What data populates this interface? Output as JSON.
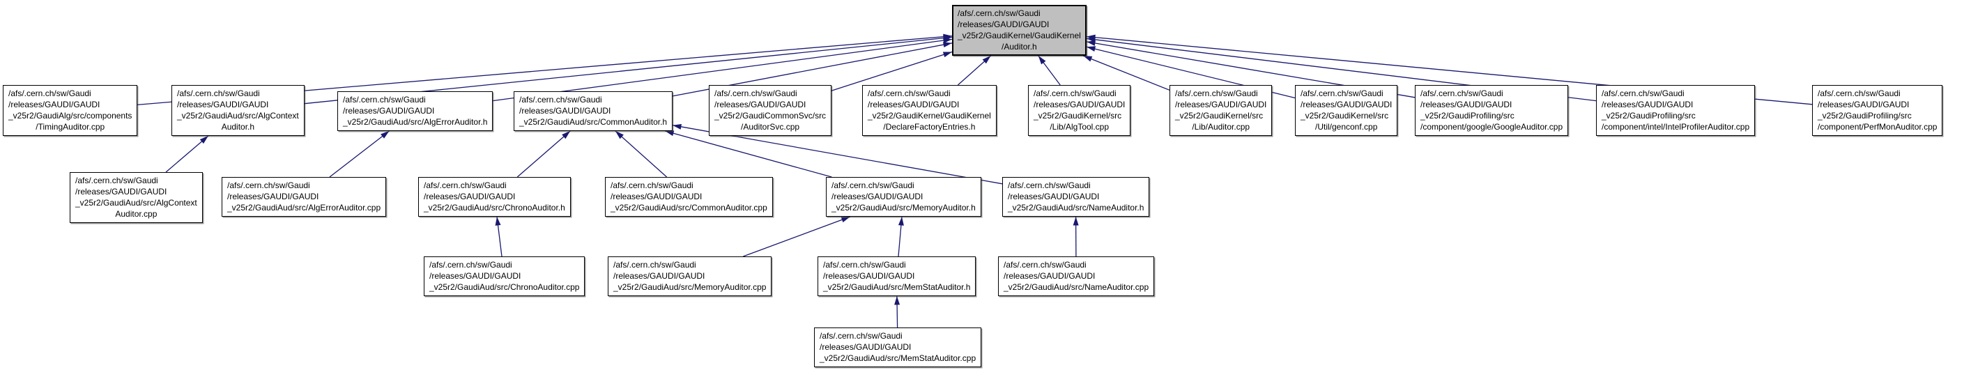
{
  "graph": {
    "type": "include-dependency-graph",
    "colors": {
      "edge": "#191970",
      "root_fill": "#bfbfbf",
      "node_fill": "#ffffff",
      "node_border": "#000000",
      "background": "#ffffff"
    },
    "nodes": [
      {
        "id": "n0",
        "lines": [
          "/afs/.cern.ch/sw/Gaudi",
          "/releases/GAUDI/GAUDI",
          "_v25r2/GaudiKernel/GaudiKernel",
          "/Auditor.h"
        ]
      },
      {
        "id": "n1",
        "lines": [
          "/afs/.cern.ch/sw/Gaudi",
          "/releases/GAUDI/GAUDI",
          "_v25r2/GaudiAlg/src/components",
          "/TimingAuditor.cpp"
        ]
      },
      {
        "id": "n2",
        "lines": [
          "/afs/.cern.ch/sw/Gaudi",
          "/releases/GAUDI/GAUDI",
          "_v25r2/GaudiAud/src/AlgContext",
          "Auditor.h"
        ]
      },
      {
        "id": "n3",
        "lines": [
          "/afs/.cern.ch/sw/Gaudi",
          "/releases/GAUDI/GAUDI",
          "_v25r2/GaudiAud/src/AlgErrorAuditor.h"
        ]
      },
      {
        "id": "n4",
        "lines": [
          "/afs/.cern.ch/sw/Gaudi",
          "/releases/GAUDI/GAUDI",
          "_v25r2/GaudiAud/src/CommonAuditor.h"
        ]
      },
      {
        "id": "n5",
        "lines": [
          "/afs/.cern.ch/sw/Gaudi",
          "/releases/GAUDI/GAUDI",
          "_v25r2/GaudiCommonSvc/src",
          "/AuditorSvc.cpp"
        ]
      },
      {
        "id": "n6",
        "lines": [
          "/afs/.cern.ch/sw/Gaudi",
          "/releases/GAUDI/GAUDI",
          "_v25r2/GaudiKernel/GaudiKernel",
          "/DeclareFactoryEntries.h"
        ]
      },
      {
        "id": "n7",
        "lines": [
          "/afs/.cern.ch/sw/Gaudi",
          "/releases/GAUDI/GAUDI",
          "_v25r2/GaudiKernel/src",
          "/Lib/AlgTool.cpp"
        ]
      },
      {
        "id": "n8",
        "lines": [
          "/afs/.cern.ch/sw/Gaudi",
          "/releases/GAUDI/GAUDI",
          "_v25r2/GaudiKernel/src",
          "/Lib/Auditor.cpp"
        ]
      },
      {
        "id": "n9",
        "lines": [
          "/afs/.cern.ch/sw/Gaudi",
          "/releases/GAUDI/GAUDI",
          "_v25r2/GaudiKernel/src",
          "/Util/genconf.cpp"
        ]
      },
      {
        "id": "n10",
        "lines": [
          "/afs/.cern.ch/sw/Gaudi",
          "/releases/GAUDI/GAUDI",
          "_v25r2/GaudiProfiling/src",
          "/component/google/GoogleAuditor.cpp"
        ]
      },
      {
        "id": "n11",
        "lines": [
          "/afs/.cern.ch/sw/Gaudi",
          "/releases/GAUDI/GAUDI",
          "_v25r2/GaudiProfiling/src",
          "/component/intel/IntelProfilerAuditor.cpp"
        ]
      },
      {
        "id": "n12",
        "lines": [
          "/afs/.cern.ch/sw/Gaudi",
          "/releases/GAUDI/GAUDI",
          "_v25r2/GaudiProfiling/src",
          "/component/PerfMonAuditor.cpp"
        ]
      },
      {
        "id": "n13",
        "lines": [
          "/afs/.cern.ch/sw/Gaudi",
          "/releases/GAUDI/GAUDI",
          "_v25r2/GaudiAud/src/AlgContext",
          "Auditor.cpp"
        ]
      },
      {
        "id": "n14",
        "lines": [
          "/afs/.cern.ch/sw/Gaudi",
          "/releases/GAUDI/GAUDI",
          "_v25r2/GaudiAud/src/AlgErrorAuditor.cpp"
        ]
      },
      {
        "id": "n15",
        "lines": [
          "/afs/.cern.ch/sw/Gaudi",
          "/releases/GAUDI/GAUDI",
          "_v25r2/GaudiAud/src/ChronoAuditor.h"
        ]
      },
      {
        "id": "n16",
        "lines": [
          "/afs/.cern.ch/sw/Gaudi",
          "/releases/GAUDI/GAUDI",
          "_v25r2/GaudiAud/src/CommonAuditor.cpp"
        ]
      },
      {
        "id": "n17",
        "lines": [
          "/afs/.cern.ch/sw/Gaudi",
          "/releases/GAUDI/GAUDI",
          "_v25r2/GaudiAud/src/MemoryAuditor.h"
        ]
      },
      {
        "id": "n18",
        "lines": [
          "/afs/.cern.ch/sw/Gaudi",
          "/releases/GAUDI/GAUDI",
          "_v25r2/GaudiAud/src/NameAuditor.h"
        ]
      },
      {
        "id": "n19",
        "lines": [
          "/afs/.cern.ch/sw/Gaudi",
          "/releases/GAUDI/GAUDI",
          "_v25r2/GaudiAud/src/ChronoAuditor.cpp"
        ]
      },
      {
        "id": "n20",
        "lines": [
          "/afs/.cern.ch/sw/Gaudi",
          "/releases/GAUDI/GAUDI",
          "_v25r2/GaudiAud/src/MemoryAuditor.cpp"
        ]
      },
      {
        "id": "n21",
        "lines": [
          "/afs/.cern.ch/sw/Gaudi",
          "/releases/GAUDI/GAUDI",
          "_v25r2/GaudiAud/src/MemStatAuditor.h"
        ]
      },
      {
        "id": "n22",
        "lines": [
          "/afs/.cern.ch/sw/Gaudi",
          "/releases/GAUDI/GAUDI",
          "_v25r2/GaudiAud/src/NameAuditor.cpp"
        ]
      },
      {
        "id": "n23",
        "lines": [
          "/afs/.cern.ch/sw/Gaudi",
          "/releases/GAUDI/GAUDI",
          "_v25r2/GaudiAud/src/MemStatAuditor.cpp"
        ]
      }
    ],
    "edges": [
      {
        "from": "n1",
        "to": "n0"
      },
      {
        "from": "n2",
        "to": "n0"
      },
      {
        "from": "n3",
        "to": "n0"
      },
      {
        "from": "n4",
        "to": "n0"
      },
      {
        "from": "n5",
        "to": "n0"
      },
      {
        "from": "n6",
        "to": "n0"
      },
      {
        "from": "n7",
        "to": "n0"
      },
      {
        "from": "n8",
        "to": "n0"
      },
      {
        "from": "n9",
        "to": "n0"
      },
      {
        "from": "n10",
        "to": "n0"
      },
      {
        "from": "n11",
        "to": "n0"
      },
      {
        "from": "n12",
        "to": "n0"
      },
      {
        "from": "n13",
        "to": "n2"
      },
      {
        "from": "n14",
        "to": "n3"
      },
      {
        "from": "n15",
        "to": "n4"
      },
      {
        "from": "n16",
        "to": "n4"
      },
      {
        "from": "n17",
        "to": "n4"
      },
      {
        "from": "n18",
        "to": "n4"
      },
      {
        "from": "n19",
        "to": "n15"
      },
      {
        "from": "n20",
        "to": "n17"
      },
      {
        "from": "n21",
        "to": "n17"
      },
      {
        "from": "n22",
        "to": "n18"
      },
      {
        "from": "n23",
        "to": "n21"
      }
    ]
  }
}
